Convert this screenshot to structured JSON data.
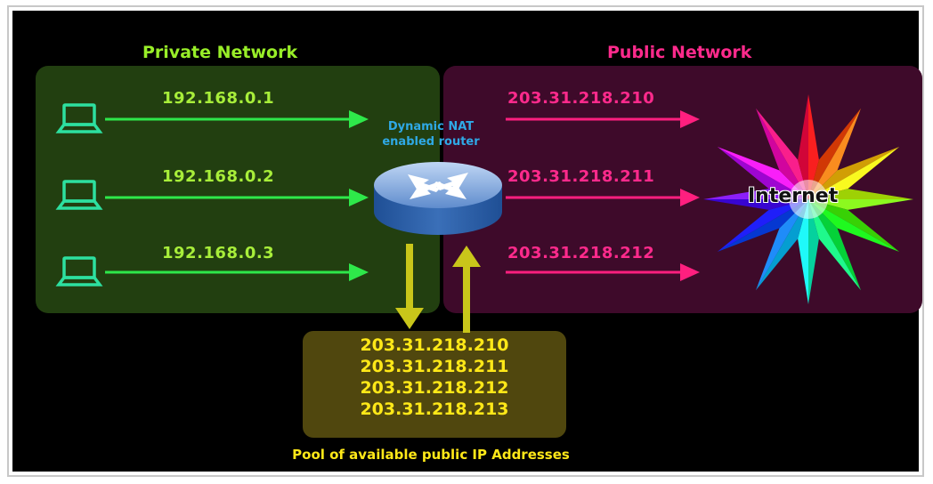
{
  "private_network": {
    "title": "Private Network",
    "hosts": [
      {
        "ip": "192.168.0.1"
      },
      {
        "ip": "192.168.0.2"
      },
      {
        "ip": "192.168.0.3"
      }
    ]
  },
  "public_network": {
    "title": "Public Network",
    "ips": [
      "203.31.218.210",
      "203.31.218.211",
      "203.31.218.212"
    ]
  },
  "router": {
    "caption_line1": "Dynamic NAT",
    "caption_line2": "enabled router"
  },
  "internet": {
    "label": "Internet"
  },
  "pool": {
    "addresses": [
      "203.31.218.210",
      "203.31.218.211",
      "203.31.218.212",
      "203.31.218.213"
    ],
    "caption": "Pool of available public IP Addresses"
  },
  "colors": {
    "private_accent": "#98ee28",
    "public_accent": "#ff2a8c",
    "pool_accent": "#ffe818",
    "host_icon": "#2de0a0",
    "router_caption": "#2fa9e6"
  },
  "icons": {
    "host": "laptop-icon",
    "router": "router-icon",
    "internet": "internet-starburst-icon"
  }
}
